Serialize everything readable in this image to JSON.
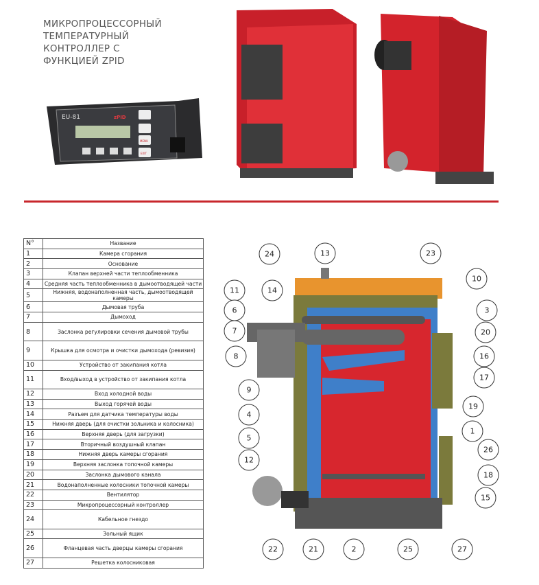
{
  "header": {
    "title_lines": [
      "МИКРОПРОЦЕССОРНЫЙ",
      "ТЕМПЕРАТУРНЫЙ",
      "КОНТРОЛЛЕР С",
      "ФУНКЦИЕЙ ZPID"
    ]
  },
  "controller": {
    "model": "EU-81",
    "mode": "zPID",
    "buttons": [
      "MENU",
      "EXIT"
    ]
  },
  "table": {
    "headers": [
      "N°",
      "Название"
    ],
    "rows": [
      {
        "n": "1",
        "name": "Камера сгорания"
      },
      {
        "n": "2",
        "name": "Основание"
      },
      {
        "n": "3",
        "name": "Клапан верхней части теплообменника"
      },
      {
        "n": "4",
        "name": "Средняя часть теплообменника в дымоотводящей части"
      },
      {
        "n": "5",
        "name": "Нижняя, водонаполненная часть, дымоотводящей камеры"
      },
      {
        "n": "6",
        "name": "Дымовая труба"
      },
      {
        "n": "7",
        "name": "Дымоход"
      },
      {
        "n": "8",
        "name": "Заслонка регулировки сечения дымовой трубы",
        "tall": true
      },
      {
        "n": "9",
        "name": "Крышка для осмотра и очистки дымохода (ревизия)",
        "tall": true
      },
      {
        "n": "10",
        "name": "Устройство от закипания котла"
      },
      {
        "n": "11",
        "name": "Вход/выход в устройство от закипания котла",
        "tall": true
      },
      {
        "n": "12",
        "name": "Вход холодной воды"
      },
      {
        "n": "13",
        "name": "Выход горячей воды"
      },
      {
        "n": "14",
        "name": "Разъем для датчика температуры воды"
      },
      {
        "n": "15",
        "name": "Нижняя дверь (для очистки зольника и колосника)"
      },
      {
        "n": "16",
        "name": "Верхняя дверь (для загрузки)"
      },
      {
        "n": "17",
        "name": "Вторичный воздушный клапан"
      },
      {
        "n": "18",
        "name": "Нижняя дверь камеры сгорания"
      },
      {
        "n": "19",
        "name": "Верхняя заслонка топочной камеры"
      },
      {
        "n": "20",
        "name": "Заслонка дымового канала"
      },
      {
        "n": "21",
        "name": "Водонаполненные колосники топочной камеры"
      },
      {
        "n": "22",
        "name": "Вентилятор"
      },
      {
        "n": "23",
        "name": "Микропроцессорный контроллер"
      },
      {
        "n": "24",
        "name": "Кабельное гнездо",
        "tall": true
      },
      {
        "n": "25",
        "name": "Зольный ящик"
      },
      {
        "n": "26",
        "name": "Фланцевая часть дверцы камеры сгорания",
        "tall": true
      },
      {
        "n": "27",
        "name": "Решетка колосниковая"
      }
    ]
  },
  "diagram": {
    "callouts": [
      "24",
      "13",
      "23",
      "10",
      "11",
      "14",
      "6",
      "3",
      "7",
      "20",
      "8",
      "16",
      "17",
      "9",
      "19",
      "4",
      "1",
      "5",
      "26",
      "12",
      "18",
      "15",
      "22",
      "21",
      "2",
      "25",
      "27"
    ]
  },
  "colors": {
    "accent": "#c8262c",
    "boiler_red": "#d7262e",
    "water_blue": "#3f7fc9",
    "insulation": "#7b7a3c",
    "top_orange": "#e8942e"
  }
}
